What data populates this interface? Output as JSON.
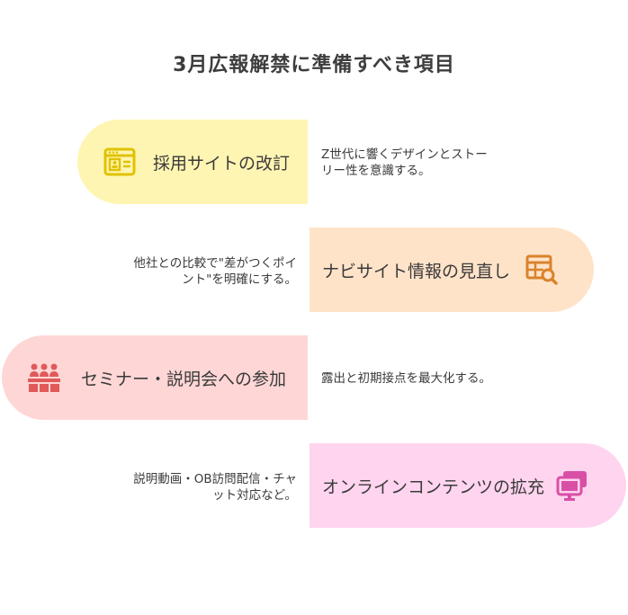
{
  "title": "3月広報解禁に準備すべき項目",
  "colors": {
    "yellow_fill": "#fff5b3",
    "yellow_icon": "#e0c200",
    "orange_fill": "#ffe3c9",
    "orange_icon": "#d9832b",
    "red_fill": "#ffd6d6",
    "red_icon": "#e05a5a",
    "pink_fill": "#ffd4ee",
    "pink_icon": "#d94fa6"
  },
  "items": [
    {
      "label": "採用サイトの改訂",
      "icon": "browser-window-profile-icon",
      "desc_lines": [
        "Z世代に響くデザインとストー",
        "リー性を意識する。"
      ]
    },
    {
      "label": "ナビサイト情報の見直し",
      "icon": "table-search-icon",
      "desc_lines": [
        "他社との比較で\"差がつくポイ",
        "ント\"を明確にする。"
      ]
    },
    {
      "label": "セミナー・説明会への参加",
      "icon": "audience-group-icon",
      "desc_lines": [
        "露出と初期接点を最大化する。"
      ]
    },
    {
      "label": "オンラインコンテンツの拡充",
      "icon": "monitor-windows-icon",
      "desc_lines": [
        "説明動画・OB訪問配信・チャ",
        "ット対応など。"
      ]
    }
  ]
}
